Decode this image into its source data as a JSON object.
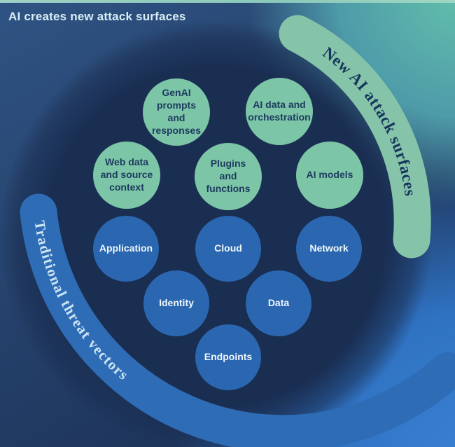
{
  "title": "AI creates new attack surfaces",
  "arcs": {
    "new_ai": {
      "label": "New AI attack surfaces"
    },
    "traditional": {
      "label": "Traditional threat vectors"
    }
  },
  "ai_attack_surfaces": [
    {
      "label": "GenAI\nprompts and\nresponses"
    },
    {
      "label": "AI data and\norchestration"
    },
    {
      "label": "Web data\nand source\ncontext"
    },
    {
      "label": "Plugins\nand functions"
    },
    {
      "label": "AI models"
    }
  ],
  "traditional_threat_vectors": [
    {
      "label": "Application"
    },
    {
      "label": "Cloud"
    },
    {
      "label": "Network"
    },
    {
      "label": "Identity"
    },
    {
      "label": "Data"
    },
    {
      "label": "Endpoints"
    }
  ],
  "colors": {
    "ai_circle_green": "#7cc5a7",
    "threat_circle_blue": "#2a67b0",
    "ai_band": "#85c4a9",
    "threat_band": "#2e6cb6",
    "ai_band_text": "#17365e",
    "threat_band_text": "#cde4f4",
    "center_navy": "#1a2e52",
    "corner_teal": "#55b0a7",
    "corner_blue": "#2f72c2",
    "title_text": "#d9eef5"
  }
}
